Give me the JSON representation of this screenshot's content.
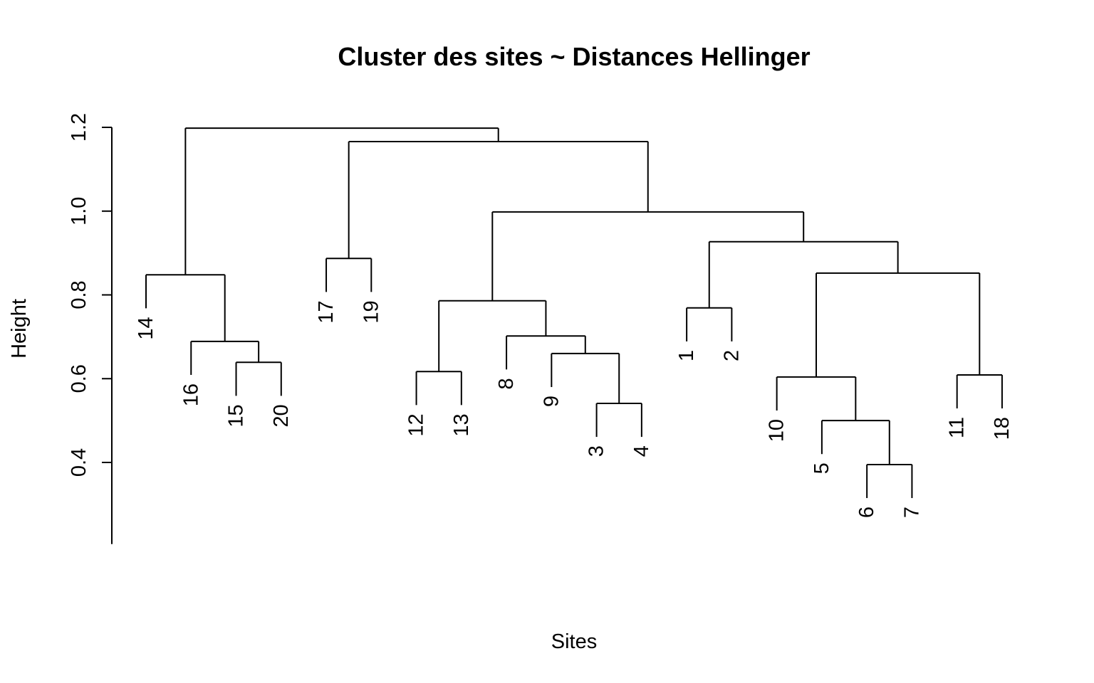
{
  "chart_data": {
    "type": "dendrogram",
    "title": "Cluster des sites ~ Distances Hellinger",
    "xlabel": "Sites",
    "ylabel": "Height",
    "ylim": [
      0.205,
      1.2
    ],
    "yticks": [
      0.4,
      0.6,
      0.8,
      1.0,
      1.2
    ],
    "ytick_labels": [
      "0.4",
      "0.6",
      "0.8",
      "1.0",
      "1.2"
    ],
    "hang": 0.08,
    "leaf_order": [
      "14",
      "16",
      "15",
      "20",
      "17",
      "19",
      "12",
      "13",
      "8",
      "9",
      "3",
      "4",
      "1",
      "2",
      "10",
      "5",
      "6",
      "7",
      "11",
      "18"
    ],
    "merges": [
      {
        "id": "m1",
        "left": "6",
        "right": "7",
        "height": 0.395
      },
      {
        "id": "m2",
        "left": "5",
        "right": "m1",
        "height": 0.5
      },
      {
        "id": "m3",
        "left": "3",
        "right": "4",
        "height": 0.541
      },
      {
        "id": "m4",
        "left": "10",
        "right": "m2",
        "height": 0.604
      },
      {
        "id": "m5",
        "left": "11",
        "right": "18",
        "height": 0.609
      },
      {
        "id": "m6",
        "left": "12",
        "right": "13",
        "height": 0.617
      },
      {
        "id": "m7",
        "left": "15",
        "right": "20",
        "height": 0.639
      },
      {
        "id": "m8",
        "left": "9",
        "right": "m3",
        "height": 0.66
      },
      {
        "id": "m9",
        "left": "16",
        "right": "m7",
        "height": 0.689
      },
      {
        "id": "m10",
        "left": "8",
        "right": "m8",
        "height": 0.702
      },
      {
        "id": "m11",
        "left": "1",
        "right": "2",
        "height": 0.769
      },
      {
        "id": "m12",
        "left": "m6",
        "right": "m10",
        "height": 0.786
      },
      {
        "id": "m13",
        "left": "14",
        "right": "m9",
        "height": 0.848
      },
      {
        "id": "m14",
        "left": "m4",
        "right": "m5",
        "height": 0.852
      },
      {
        "id": "m15",
        "left": "17",
        "right": "19",
        "height": 0.887
      },
      {
        "id": "m16",
        "left": "m11",
        "right": "m14",
        "height": 0.927
      },
      {
        "id": "m17",
        "left": "m12",
        "right": "m16",
        "height": 0.998
      },
      {
        "id": "m18",
        "left": "m15",
        "right": "m17",
        "height": 1.166
      },
      {
        "id": "m19",
        "left": "m13",
        "right": "m18",
        "height": 1.198
      }
    ]
  }
}
